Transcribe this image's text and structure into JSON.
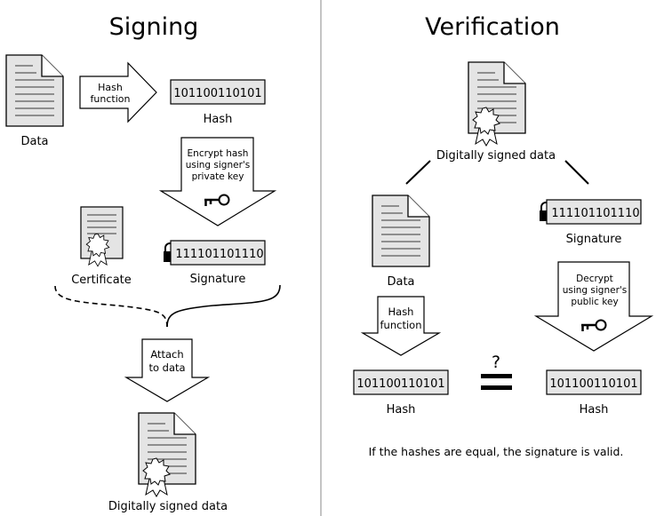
{
  "signing": {
    "title": "Signing",
    "data_label": "Data",
    "hash_function_line1": "Hash",
    "hash_function_line2": "function",
    "hash_value": "101100110101",
    "hash_label": "Hash",
    "encrypt_line1": "Encrypt hash",
    "encrypt_line2": "using signer's",
    "encrypt_line3": "private key",
    "certificate_label": "Certificate",
    "signature_value": "111101101110",
    "signature_label": "Signature",
    "attach_line1": "Attach",
    "attach_line2": "to data",
    "signed_data_label": "Digitally signed data"
  },
  "verification": {
    "title": "Verification",
    "signed_data_label": "Digitally signed data",
    "data_label": "Data",
    "signature_value": "111101101110",
    "signature_label": "Signature",
    "hash_function_line1": "Hash",
    "hash_function_line2": "function",
    "decrypt_line1": "Decrypt",
    "decrypt_line2": "using signer's",
    "decrypt_line3": "public key",
    "question_mark": "?",
    "left_hash_value": "101100110101",
    "left_hash_label": "Hash",
    "right_hash_value": "101100110101",
    "right_hash_label": "Hash",
    "conclusion": "If the hashes are equal, the signature is valid."
  }
}
